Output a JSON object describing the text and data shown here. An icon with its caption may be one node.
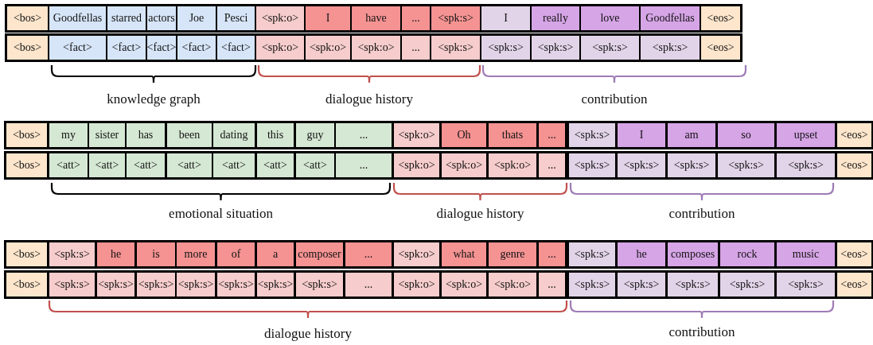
{
  "diagram": {
    "nodes": [
      {
        "text": [
          "<bos>"
        ]
      },
      {
        "text": [
          "Goodfellas"
        ]
      },
      {
        "text": [
          "starred"
        ]
      },
      {
        "text": [
          "actors"
        ]
      },
      {
        "text": [
          "Joe"
        ]
      },
      {
        "text": [
          "Pesci"
        ]
      },
      {
        "text": [
          "<spk:o>"
        ]
      },
      {
        "text": [
          "I"
        ]
      },
      {
        "text": [
          "have"
        ]
      },
      {
        "text": [
          "..."
        ]
      },
      {
        "text": [
          "<spk:s>"
        ]
      },
      {
        "text": [
          "I"
        ]
      },
      {
        "text": [
          "really"
        ]
      },
      {
        "text": [
          "love"
        ]
      },
      {
        "text": [
          "Goodfellas"
        ]
      },
      {
        "text": [
          "<eos>"
        ]
      },
      {
        "text": [
          "<bos>"
        ]
      },
      {
        "text": [
          "<fact>"
        ]
      },
      {
        "text": [
          "<fact>"
        ]
      },
      {
        "text": [
          "<fact>"
        ]
      },
      {
        "text": [
          "<fact>"
        ]
      },
      {
        "text": [
          "<fact>"
        ]
      },
      {
        "text": [
          "<spk:o>"
        ]
      },
      {
        "text": [
          "<spk:o>"
        ]
      },
      {
        "text": [
          "<spk:o>"
        ]
      },
      {
        "text": [
          "..."
        ]
      },
      {
        "text": [
          "<spk:s>"
        ]
      },
      {
        "text": [
          "<spk:s>"
        ]
      },
      {
        "text": [
          "<spk:s>"
        ]
      },
      {
        "text": [
          "<spk:s>"
        ]
      },
      {
        "text": [
          "<spk:s>"
        ]
      },
      {
        "text": [
          "<eos>"
        ]
      },
      {
        "text": [
          "<bos>"
        ]
      },
      {
        "text": [
          "my"
        ]
      },
      {
        "text": [
          "sister"
        ]
      },
      {
        "text": [
          "has"
        ]
      },
      {
        "text": [
          "been"
        ]
      },
      {
        "text": [
          "dating"
        ]
      },
      {
        "text": [
          "this"
        ]
      },
      {
        "text": [
          "guy"
        ]
      },
      {
        "text": [
          "..."
        ]
      },
      {
        "text": [
          "<spk:o>"
        ]
      },
      {
        "text": [
          "Oh"
        ]
      },
      {
        "text": [
          "thats"
        ]
      },
      {
        "text": [
          "..."
        ]
      },
      {
        "text": [
          "<spk:s>"
        ]
      },
      {
        "text": [
          "I"
        ]
      },
      {
        "text": [
          "am"
        ]
      },
      {
        "text": [
          "so"
        ]
      },
      {
        "text": [
          "upset"
        ]
      },
      {
        "text": [
          "<eos>"
        ]
      },
      {
        "text": [
          "<bos>"
        ]
      },
      {
        "text": [
          "<att>"
        ]
      },
      {
        "text": [
          "<att>"
        ]
      },
      {
        "text": [
          "<att>"
        ]
      },
      {
        "text": [
          "<att>"
        ]
      },
      {
        "text": [
          "<att>"
        ]
      },
      {
        "text": [
          "<att>"
        ]
      },
      {
        "text": [
          "<att>"
        ]
      },
      {
        "text": [
          "..."
        ]
      },
      {
        "text": [
          "<spk:o>"
        ]
      },
      {
        "text": [
          "<spk:o>"
        ]
      },
      {
        "text": [
          "<spk:o>"
        ]
      },
      {
        "text": [
          "..."
        ]
      },
      {
        "text": [
          "<spk:s>"
        ]
      },
      {
        "text": [
          "<spk:s>"
        ]
      },
      {
        "text": [
          "<spk:s>"
        ]
      },
      {
        "text": [
          "<spk:s>"
        ]
      },
      {
        "text": [
          "<spk:s>"
        ]
      },
      {
        "text": [
          "<eos>"
        ]
      },
      {
        "text": [
          "<bos>"
        ]
      },
      {
        "text": [
          "<spk:s>"
        ]
      },
      {
        "text": [
          "he"
        ]
      },
      {
        "text": [
          "is"
        ]
      },
      {
        "text": [
          "more"
        ]
      },
      {
        "text": [
          "of"
        ]
      },
      {
        "text": [
          "a"
        ]
      },
      {
        "text": [
          "composer"
        ]
      },
      {
        "text": [
          "..."
        ]
      },
      {
        "text": [
          "<spk:o>"
        ]
      },
      {
        "text": [
          "what"
        ]
      },
      {
        "text": [
          "genre"
        ]
      },
      {
        "text": [
          "..."
        ]
      },
      {
        "text": [
          "<spk:s>"
        ]
      },
      {
        "text": [
          "he"
        ]
      },
      {
        "text": [
          "composes"
        ]
      },
      {
        "text": [
          "rock"
        ]
      },
      {
        "text": [
          "music"
        ]
      },
      {
        "text": [
          "<eos>"
        ]
      },
      {
        "text": [
          "<bos>"
        ]
      },
      {
        "text": [
          "<spk:s>"
        ]
      },
      {
        "text": [
          "<spk:s>"
        ]
      },
      {
        "text": [
          "<spk:s>"
        ]
      },
      {
        "text": [
          "<spk:s>"
        ]
      },
      {
        "text": [
          "<spk:s>"
        ]
      },
      {
        "text": [
          "<spk:s>"
        ]
      },
      {
        "text": [
          "<spk:s>"
        ]
      },
      {
        "text": [
          "..."
        ]
      },
      {
        "text": [
          "<spk:o>"
        ]
      },
      {
        "text": [
          "<spk:o>"
        ]
      },
      {
        "text": [
          "<spk:o>"
        ]
      },
      {
        "text": [
          "..."
        ]
      },
      {
        "text": [
          "<spk:s>"
        ]
      },
      {
        "text": [
          "<spk:s>"
        ]
      },
      {
        "text": [
          "<spk:s>"
        ]
      },
      {
        "text": [
          "<spk:s>"
        ]
      },
      {
        "text": [
          "<spk:s>"
        ]
      },
      {
        "text": [
          "<eos>"
        ]
      }
    ],
    "labels": [
      "knowledge graph",
      "dialogue history",
      "contribution",
      "emotional situation",
      "dialogue history",
      "contribution",
      "dialogue history",
      "contribution"
    ]
  }
}
